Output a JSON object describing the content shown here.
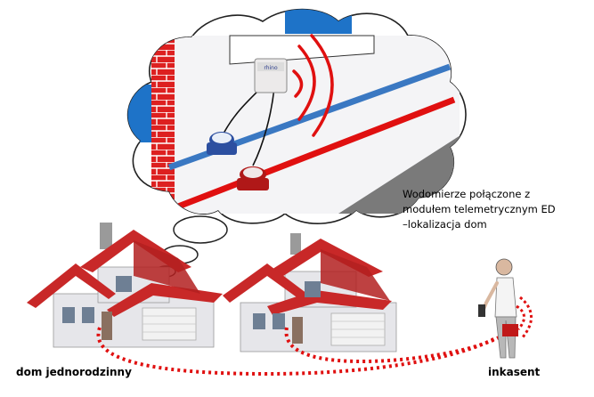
{
  "description": {
    "line1": "Wodomierze połączone z",
    "line2": "modułem telemetrycznym ED",
    "line3": "–lokalizacja dom"
  },
  "labels": {
    "house": "dom jednorodzinny",
    "reader": "inkasent"
  },
  "module_brand": "rhino",
  "colors": {
    "pipe_blue": "#3a78c2",
    "pipe_red": "#e01010",
    "signal": "#e01010",
    "roof": "#c82828",
    "wall": "#e6e6ea",
    "brick": "#dd2020"
  }
}
